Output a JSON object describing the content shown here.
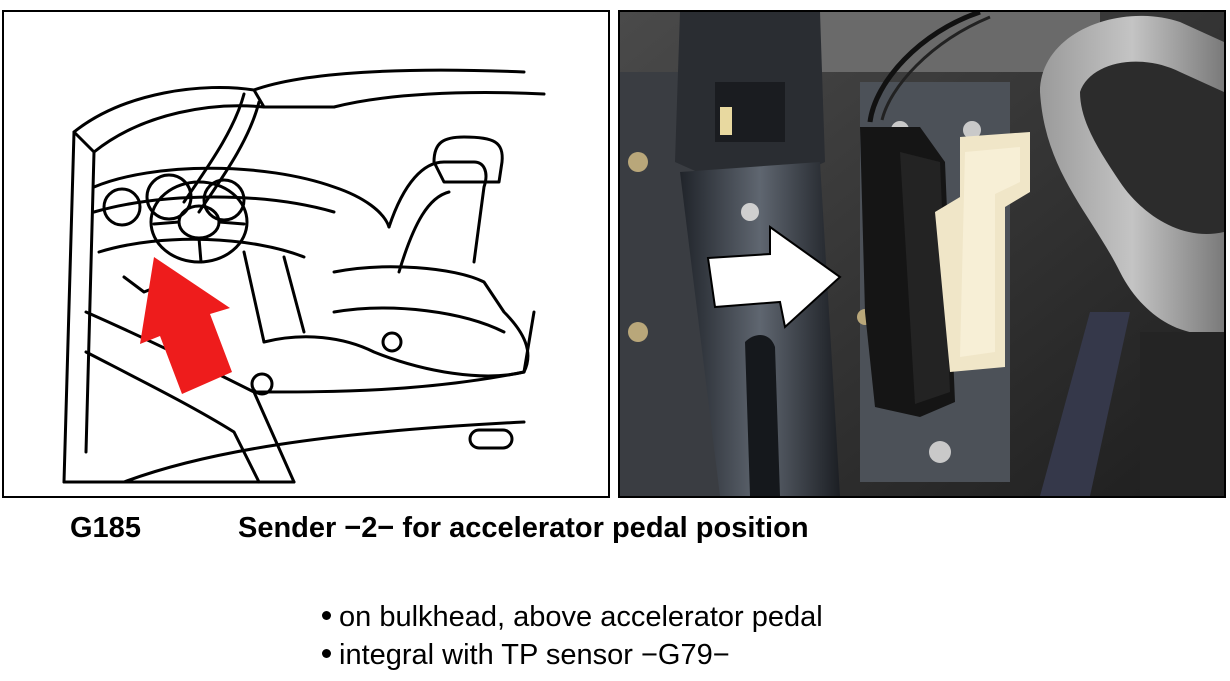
{
  "caption": {
    "code": "G185",
    "title": "Sender −2− for accelerator pedal position"
  },
  "bullets": [
    "on bulkhead, above accelerator pedal",
    "integral with TP sensor −G79−"
  ],
  "colors": {
    "pointer_arrow": "#ee1c1c",
    "photo_arrow": "#ffffff"
  }
}
